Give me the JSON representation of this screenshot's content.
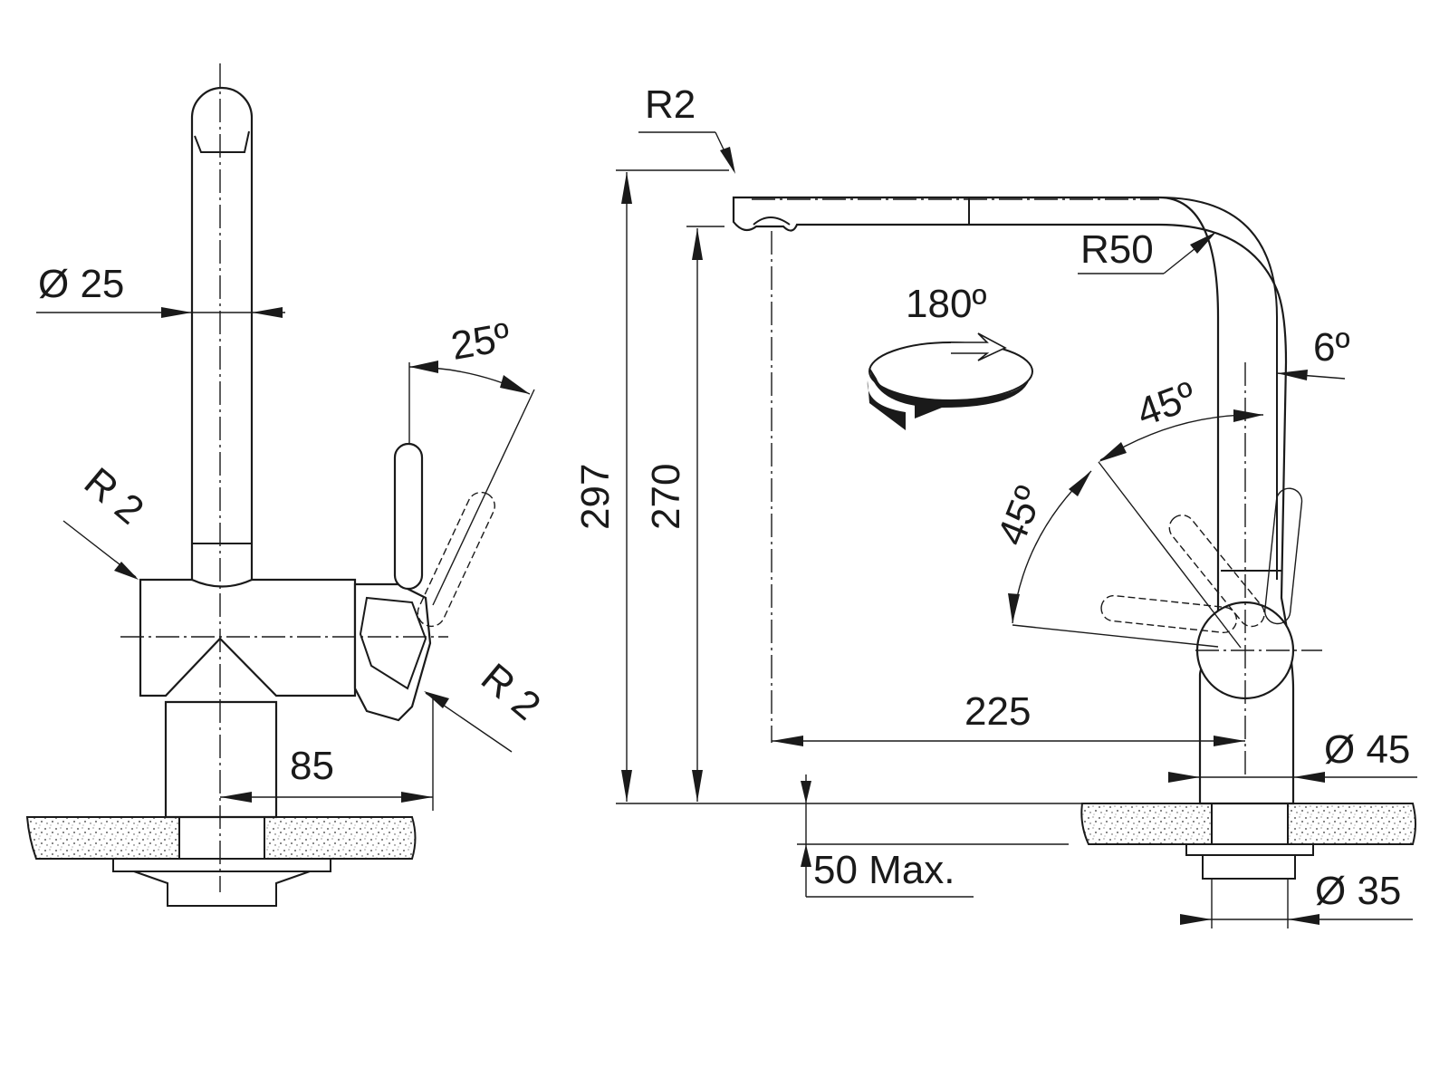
{
  "side_view": {
    "dim_shaft_diameter": "Ø 25",
    "dim_handle_angle": "25º",
    "dim_radius_left": "R 2",
    "dim_radius_right": "R 2",
    "dim_width": "85"
  },
  "front_view": {
    "dim_spout_radius_small": "R2",
    "dim_spout_radius_large": "R50",
    "dim_rotation": "180º",
    "dim_height_total": "297",
    "dim_height_outlet": "270",
    "dim_reach": "225",
    "dim_handle_tilt": "6º",
    "dim_handle_angle_upper": "45º",
    "dim_handle_angle_lower": "45º",
    "dim_base_diameter": "Ø 45",
    "dim_worktop_max": "50 Max.",
    "dim_hole_diameter": "Ø 35"
  },
  "icons": {
    "rotation": "rotation-arrow-icon"
  }
}
